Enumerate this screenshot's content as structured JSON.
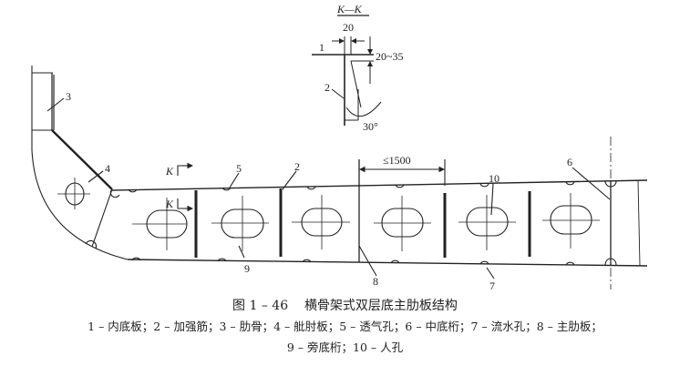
{
  "figure": {
    "number": "图 1 – 46",
    "title": "横骨架式双层底主肋板结构",
    "legend_line1": "1 – 内底板；2 – 加强筋；3 – 肋骨；4 – 舭肘板；5 – 透气孔；6 – 中底桁；7 – 流水孔；8 – 主肋板；",
    "legend_line2": "9 – 旁底桁；10 – 人孔"
  },
  "section_view": {
    "title": "K—K",
    "dim_width": "20",
    "dim_height": "20~35",
    "angle": "30°",
    "labels": [
      "1",
      "2"
    ]
  },
  "main_view": {
    "section_marker": "K",
    "spacing_dim": "≤1500",
    "callouts": [
      "2",
      "3",
      "4",
      "5",
      "6",
      "7",
      "8",
      "9",
      "10"
    ]
  },
  "legend_items": [
    {
      "id": "1",
      "name": "内底板"
    },
    {
      "id": "2",
      "name": "加强筋"
    },
    {
      "id": "3",
      "name": "肋骨"
    },
    {
      "id": "4",
      "name": "舭肘板"
    },
    {
      "id": "5",
      "name": "透气孔"
    },
    {
      "id": "6",
      "name": "中底桁"
    },
    {
      "id": "7",
      "name": "流水孔"
    },
    {
      "id": "8",
      "name": "主肋板"
    },
    {
      "id": "9",
      "name": "旁底桁"
    },
    {
      "id": "10",
      "name": "人孔"
    }
  ]
}
